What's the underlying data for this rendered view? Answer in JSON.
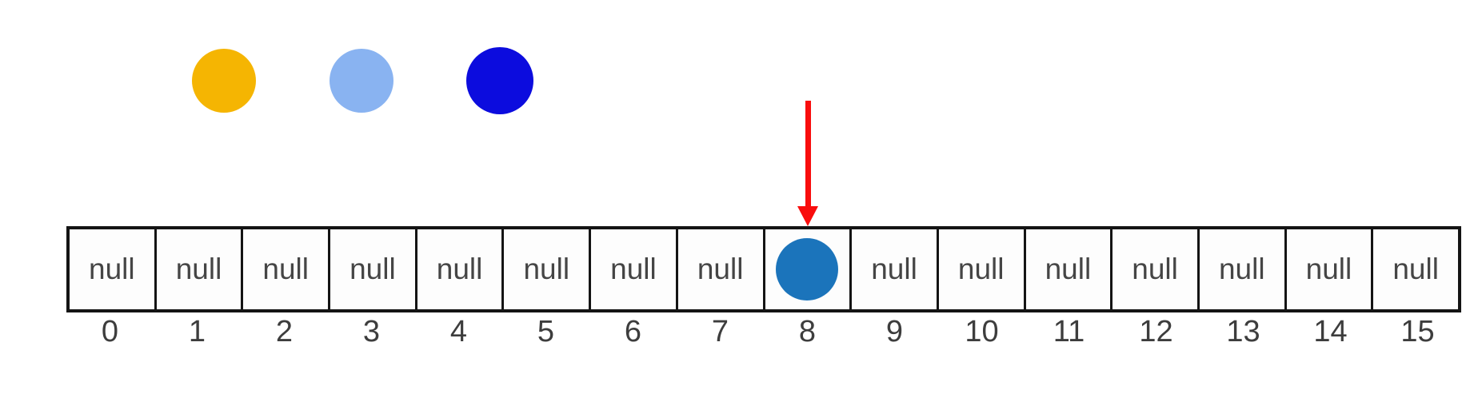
{
  "diagram_title": "array-of-16-buckets-with-one-filled-slot",
  "legend": {
    "circles": [
      {
        "name": "yellow-circle",
        "color": "#F5B502"
      },
      {
        "name": "light-blue-circle",
        "color": "#89B3F1"
      },
      {
        "name": "dark-blue-circle",
        "color": "#0C0CDE"
      }
    ]
  },
  "pointer": {
    "name": "down-arrow",
    "color": "#F90D0D",
    "target_index": "8"
  },
  "array": {
    "item_color": "#1B74BB",
    "border_color": "#141414",
    "text_color": "#454545",
    "cells": [
      {
        "index": "0",
        "value": "null"
      },
      {
        "index": "1",
        "value": "null"
      },
      {
        "index": "2",
        "value": "null"
      },
      {
        "index": "3",
        "value": "null"
      },
      {
        "index": "4",
        "value": "null"
      },
      {
        "index": "5",
        "value": "null"
      },
      {
        "index": "6",
        "value": "null"
      },
      {
        "index": "7",
        "value": "null"
      },
      {
        "index": "8",
        "value": "",
        "item": "filled-circle"
      },
      {
        "index": "9",
        "value": "null"
      },
      {
        "index": "10",
        "value": "null"
      },
      {
        "index": "11",
        "value": "null"
      },
      {
        "index": "12",
        "value": "null"
      },
      {
        "index": "13",
        "value": "null"
      },
      {
        "index": "14",
        "value": "null"
      },
      {
        "index": "15",
        "value": "null"
      }
    ]
  }
}
